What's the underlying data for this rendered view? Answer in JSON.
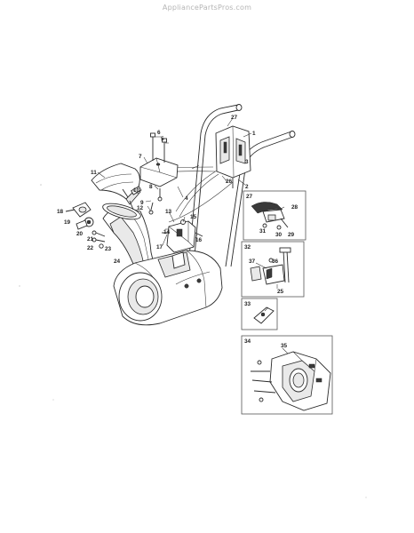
{
  "watermark": "AppliancePartsPros.com",
  "callouts": [
    "1",
    "2",
    "3",
    "4",
    "5",
    "6",
    "7",
    "8",
    "9",
    "10",
    "11",
    "12",
    "13",
    "14",
    "15",
    "16",
    "17",
    "18",
    "19",
    "20",
    "21",
    "22",
    "23",
    "24",
    "25",
    "26",
    "27",
    "28",
    "29",
    "30",
    "31",
    "32",
    "33",
    "34",
    "35",
    "36",
    "37"
  ],
  "insets": [
    "27",
    "32",
    "33",
    "34"
  ]
}
